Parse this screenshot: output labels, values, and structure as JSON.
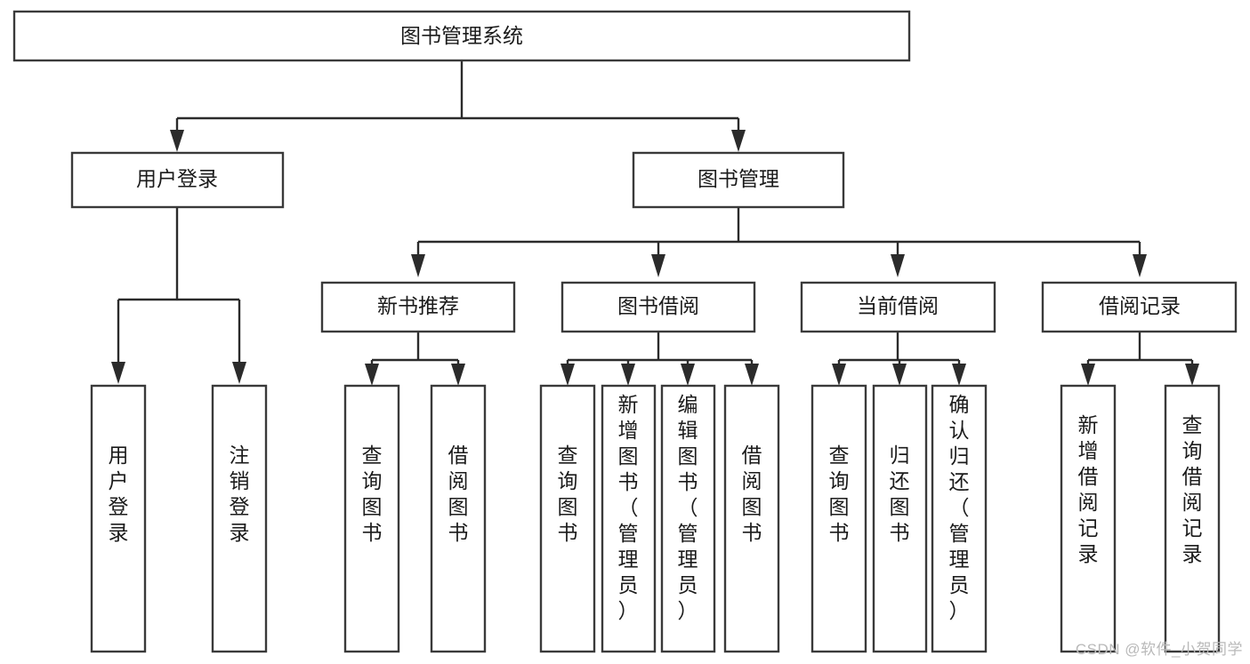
{
  "diagram": {
    "type": "tree-hierarchy",
    "title": "图书管理系统",
    "watermark": "CSDN @软件_小贺同学",
    "colors": {
      "box_stroke": "#3a3a3a",
      "connector": "#2b2b2b",
      "text": "#1b1b1b",
      "background": "#ffffff",
      "watermark": "#b9b9b9"
    },
    "levels": {
      "root": {
        "label": "图书管理系统"
      },
      "level2": [
        {
          "id": "user-login",
          "label": "用户登录"
        },
        {
          "id": "book-management",
          "label": "图书管理"
        }
      ],
      "level3": [
        {
          "id": "new-book-recommend",
          "label": "新书推荐",
          "parent": "book-management"
        },
        {
          "id": "book-borrow",
          "label": "图书借阅",
          "parent": "book-management"
        },
        {
          "id": "current-borrow",
          "label": "当前借阅",
          "parent": "book-management"
        },
        {
          "id": "borrow-record",
          "label": "借阅记录",
          "parent": "book-management"
        }
      ],
      "leaves": [
        {
          "id": "leaf-user-login",
          "label": "用户登录",
          "parent": "user-login"
        },
        {
          "id": "leaf-logout-login",
          "label": "注销登录",
          "parent": "user-login"
        },
        {
          "id": "leaf-query-book-1",
          "label": "查询图书",
          "parent": "new-book-recommend"
        },
        {
          "id": "leaf-borrow-book-1",
          "label": "借阅图书",
          "parent": "new-book-recommend"
        },
        {
          "id": "leaf-query-book-2",
          "label": "查询图书",
          "parent": "book-borrow"
        },
        {
          "id": "leaf-add-book",
          "label": "新增图书（管理员）",
          "parent": "book-borrow"
        },
        {
          "id": "leaf-edit-book",
          "label": "编辑图书（管理员）",
          "parent": "book-borrow"
        },
        {
          "id": "leaf-borrow-book-2",
          "label": "借阅图书",
          "parent": "book-borrow"
        },
        {
          "id": "leaf-query-book-3",
          "label": "查询图书",
          "parent": "current-borrow"
        },
        {
          "id": "leaf-return-book",
          "label": "归还图书",
          "parent": "current-borrow"
        },
        {
          "id": "leaf-confirm-return",
          "label": "确认归还（管理员）",
          "parent": "current-borrow"
        },
        {
          "id": "leaf-add-record",
          "label": "新增借阅记录",
          "parent": "borrow-record"
        },
        {
          "id": "leaf-query-record",
          "label": "查询借阅记录",
          "parent": "borrow-record"
        }
      ]
    }
  }
}
